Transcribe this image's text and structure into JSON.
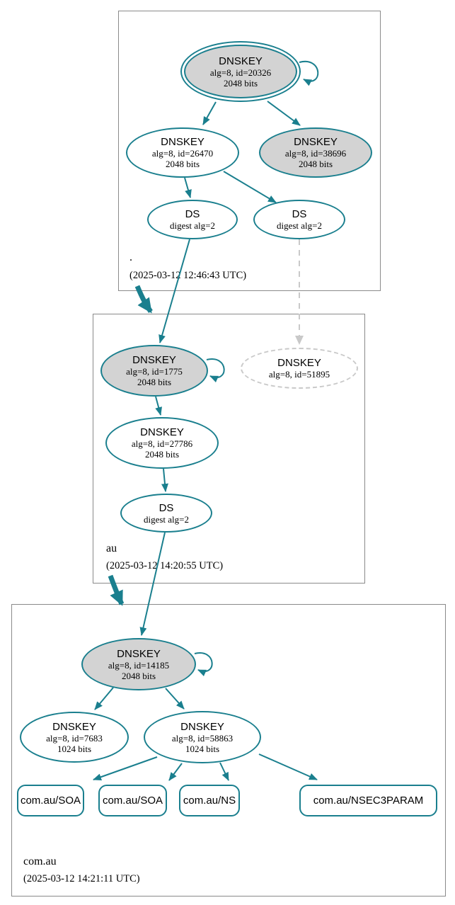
{
  "diagram_type": "dnssec-authentication-chain",
  "zones": {
    "root": {
      "name": ".",
      "timestamp": "(2025-03-12 12:46:43 UTC)"
    },
    "au": {
      "name": "au",
      "timestamp": "(2025-03-12 14:20:55 UTC)"
    },
    "com_au": {
      "name": "com.au",
      "timestamp": "(2025-03-12 14:21:11 UTC)"
    }
  },
  "nodes": {
    "k20326": {
      "title": "DNSKEY",
      "detail1": "alg=8, id=20326",
      "detail2": "2048 bits"
    },
    "k26470": {
      "title": "DNSKEY",
      "detail1": "alg=8, id=26470",
      "detail2": "2048 bits"
    },
    "k38696": {
      "title": "DNSKEY",
      "detail1": "alg=8, id=38696",
      "detail2": "2048 bits"
    },
    "ds_root_1": {
      "title": "DS",
      "detail1": "digest alg=2"
    },
    "ds_root_2": {
      "title": "DS",
      "detail1": "digest alg=2"
    },
    "k1775": {
      "title": "DNSKEY",
      "detail1": "alg=8, id=1775",
      "detail2": "2048 bits"
    },
    "k51895": {
      "title": "DNSKEY",
      "detail1": "alg=8, id=51895"
    },
    "k27786": {
      "title": "DNSKEY",
      "detail1": "alg=8, id=27786",
      "detail2": "2048 bits"
    },
    "ds_au": {
      "title": "DS",
      "detail1": "digest alg=2"
    },
    "k14185": {
      "title": "DNSKEY",
      "detail1": "alg=8, id=14185",
      "detail2": "2048 bits"
    },
    "k7683": {
      "title": "DNSKEY",
      "detail1": "alg=8, id=7683",
      "detail2": "1024 bits"
    },
    "k58863": {
      "title": "DNSKEY",
      "detail1": "alg=8, id=58863",
      "detail2": "1024 bits"
    }
  },
  "rrsets": {
    "soa1": "com.au/SOA",
    "soa2": "com.au/SOA",
    "ns": "com.au/NS",
    "nsec3param": "com.au/NSEC3PARAM"
  },
  "colors": {
    "secure_teal": "#1a7f8e",
    "ksk_fill": "#d3d3d3",
    "insecure_dashed_gray": "#c9c9c9",
    "zone_border_gray": "#8a8a8a"
  }
}
